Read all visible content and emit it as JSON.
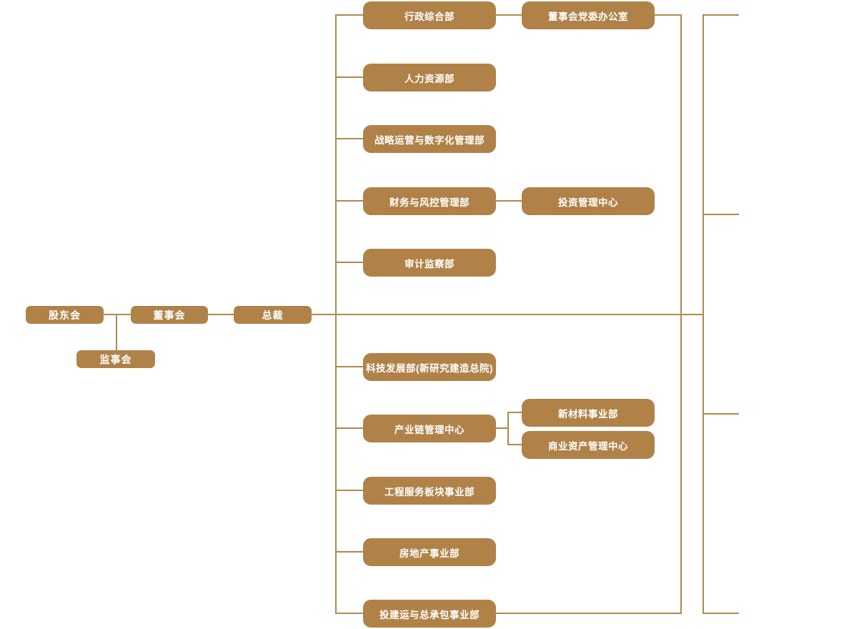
{
  "diagram_type": "org-chart",
  "colors": {
    "node_fill": "#b08248",
    "connector": "#b1884e",
    "node_text": "#ffffff",
    "background": "#ffffff"
  },
  "governance": {
    "shareholders": "股东会",
    "supervisory_board": "监事会",
    "board_of_directors": "董事会",
    "president": "总裁"
  },
  "headquarters_departments": {
    "admin_general": "行政综合部",
    "human_resources": "人力资源部",
    "strategy_digital": "战略运营与数字化管理部",
    "finance_risk": "财务与风控管理部",
    "audit_supervision": "审计监察部"
  },
  "business_units": {
    "tech_development": "科技发展部(新研究建造总院)",
    "industry_chain_center": "产业链管理中心",
    "engineering_services": "工程服务板块事业部",
    "real_estate": "房地产事业部",
    "epc_contracting": "投建运与总承包事业部"
  },
  "attached_units": {
    "board_party_office": "董事会党委办公室",
    "investment_center": "投资管理中心",
    "new_materials": "新材料事业部",
    "commercial_assets": "商业资产管理中心"
  }
}
